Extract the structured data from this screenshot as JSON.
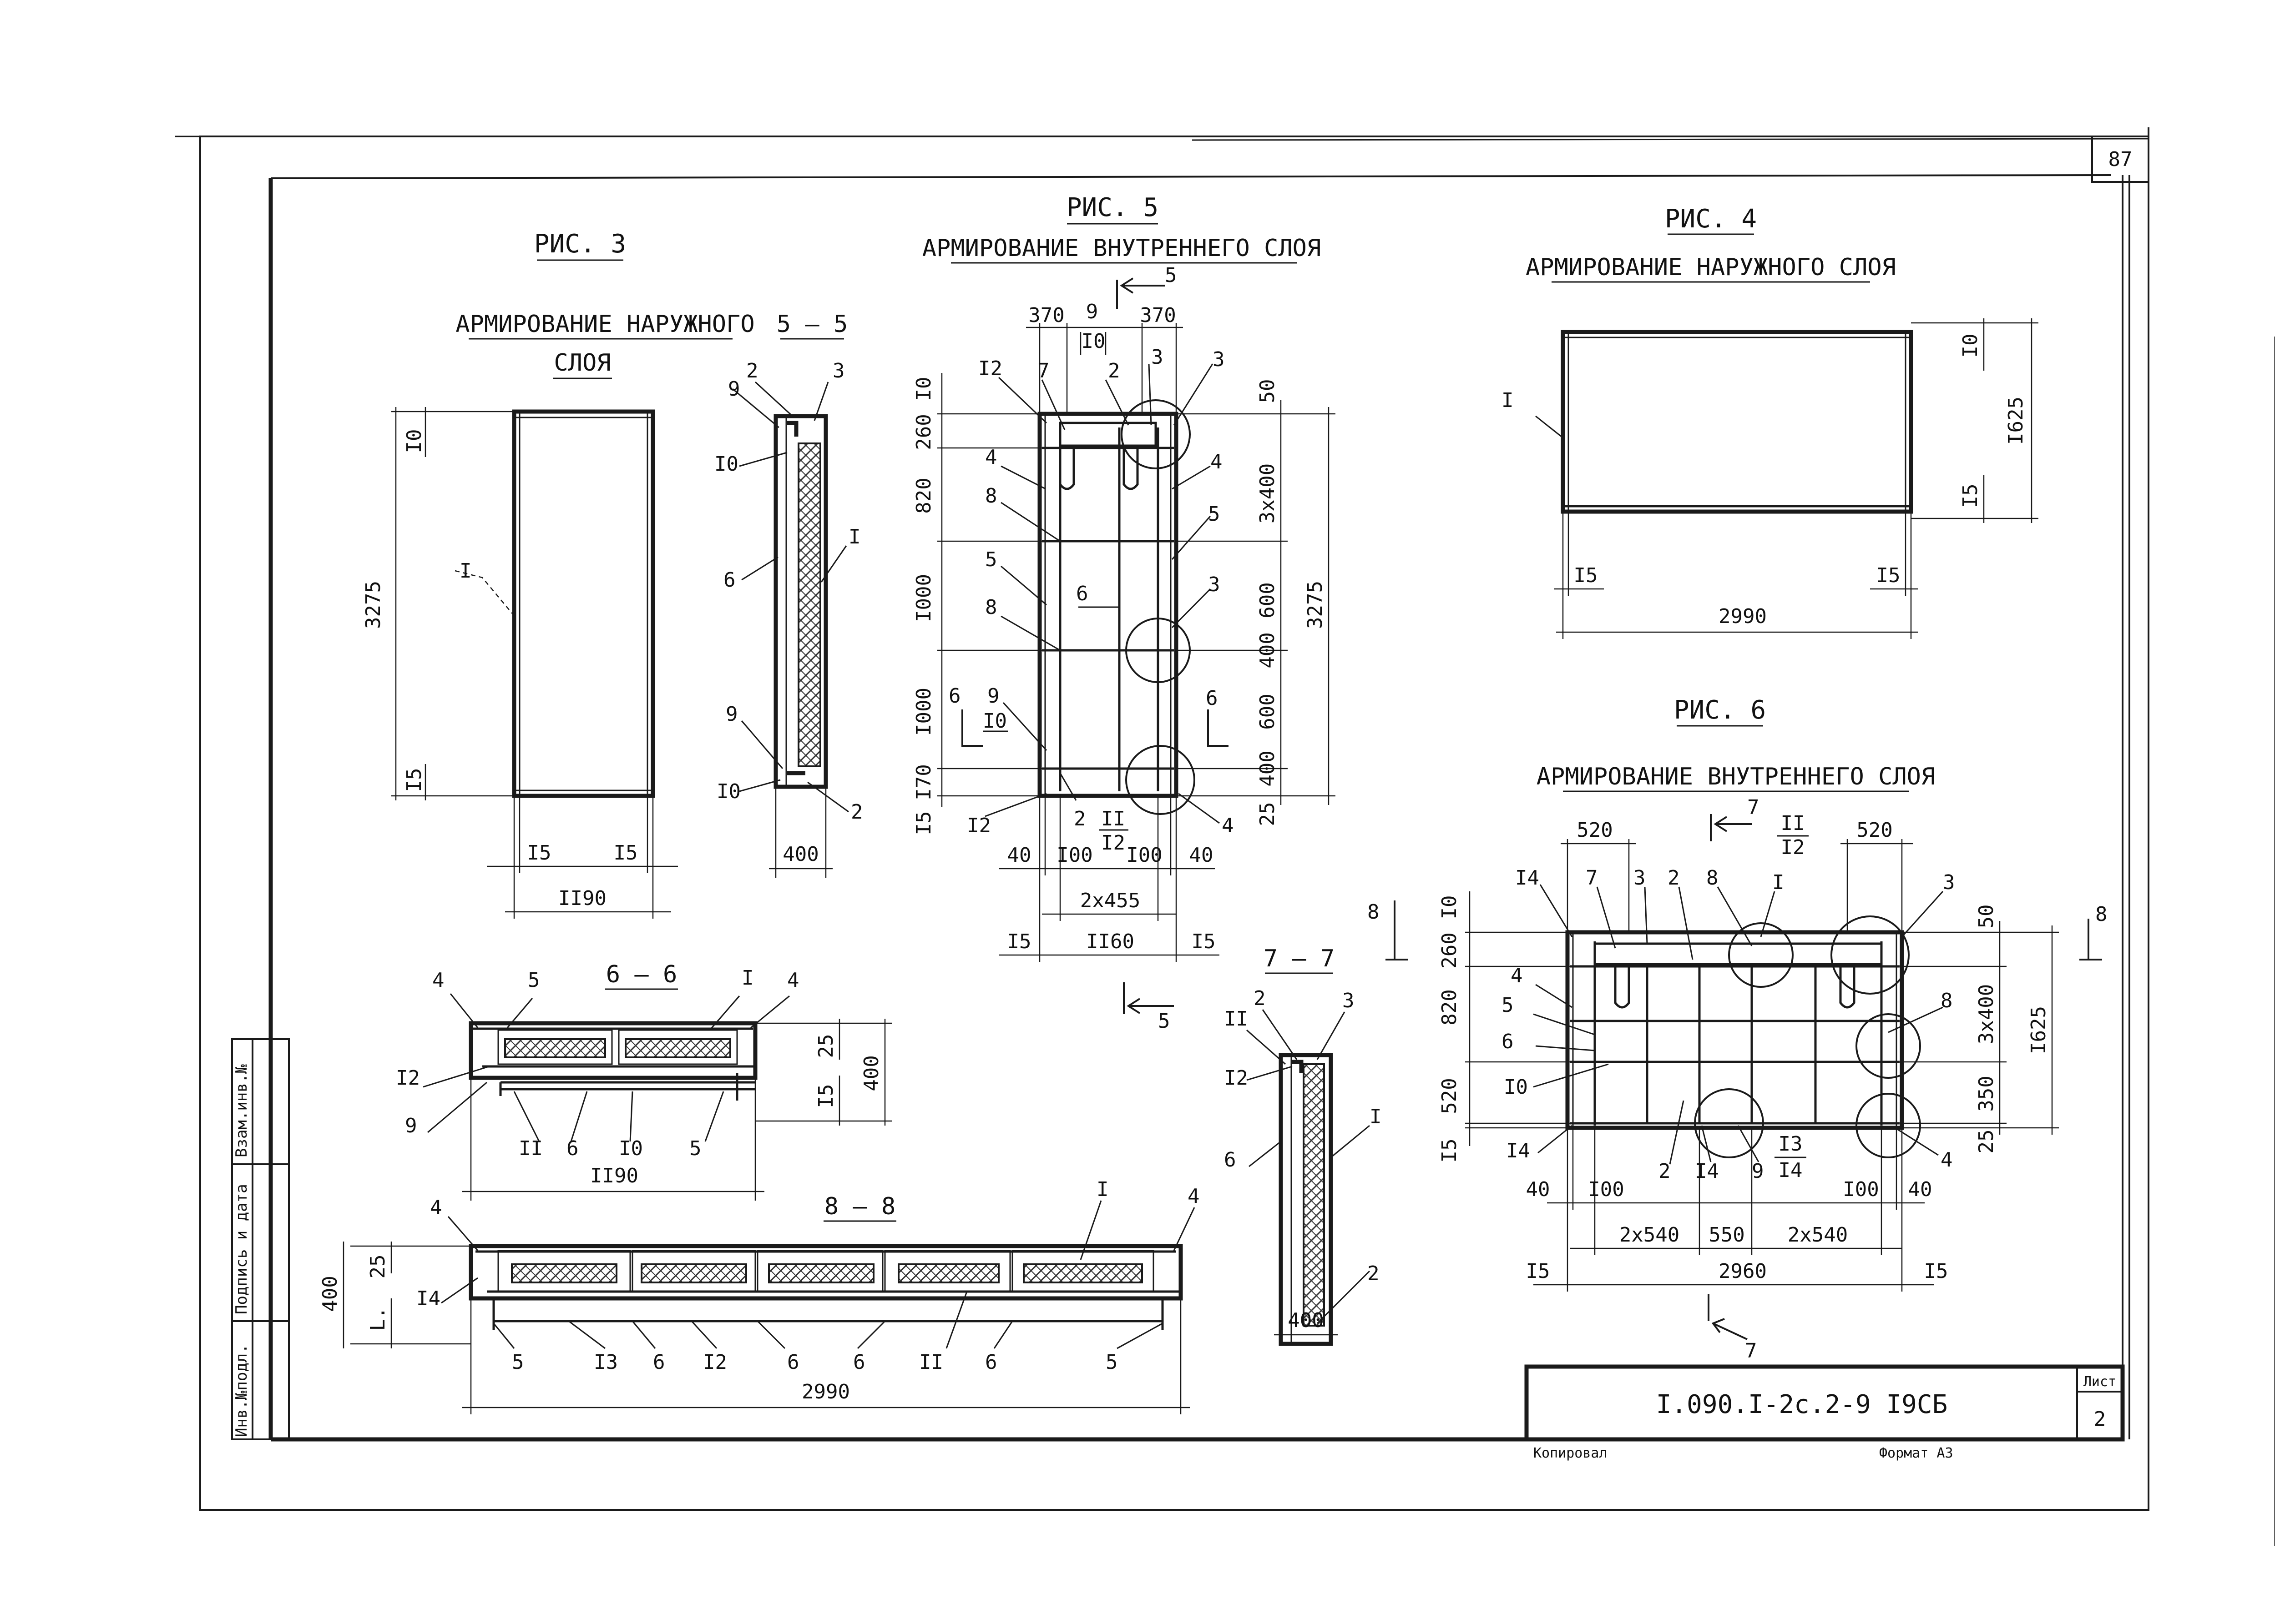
{
  "sheet": {
    "page_number": "87",
    "code": "I.090.I-2c.2-9 I9CБ",
    "list_label": "Лист",
    "list_number": "2",
    "copied": "Копировал",
    "format": "Формат А3",
    "stamp": {
      "inv_orig": "Инв.№подл.",
      "sign_date": "Подпись и дата",
      "replace_inv": "Взам.инв.№"
    }
  },
  "fig3": {
    "title": "РИС. 3",
    "caption1": "АРМИРОВАНИЕ НАРУЖНОГО",
    "caption2": "СЛОЯ",
    "dims": {
      "top": "I0",
      "height": "3275",
      "bottom": "I5",
      "left": "I5",
      "right": "I5",
      "width": "II90"
    },
    "pointer": "I"
  },
  "sec55": {
    "title": "5 – 5",
    "labels": {
      "9a": "9",
      "2a": "2",
      "3": "3",
      "10a": "I0",
      "6": "6",
      "1": "I",
      "9b": "9",
      "10b": "I0",
      "2b": "2"
    },
    "width": "400"
  },
  "fig5": {
    "title": "РИС. 5",
    "caption": "АРМИРОВАНИЕ ВНУТРЕННЕГО СЛОЯ",
    "cut_top": "5",
    "cut_bottom": "5",
    "cut6_left": "6",
    "cut6_right": "6",
    "top_dims": {
      "left": "370",
      "mid9": "9",
      "right": "370",
      "mid10": "I0"
    },
    "left_dims": [
      "I0",
      "260",
      "820",
      "I000",
      "I000",
      "I70",
      "I5"
    ],
    "right_dims": [
      "50",
      "3x400",
      "600",
      "400",
      "600",
      "400",
      "25"
    ],
    "overall": "3275",
    "bottom_dims": {
      "a": "40",
      "b": "I00",
      "c": "I00",
      "d": "40",
      "span": "2x455",
      "e": "I5",
      "total": "II60",
      "f": "I5"
    },
    "labels": {
      "12a": "I2",
      "7": "7",
      "2a": "2",
      "3a": "3",
      "3b": "3",
      "4a": "4",
      "4b": "4",
      "8a": "8",
      "5a": "5",
      "5b": "5",
      "6": "6",
      "3c": "3",
      "8b": "8",
      "9": "9",
      "10": "I0",
      "12b": "I2",
      "2b": "2",
      "11": "II",
      "12c": "I2",
      "4c": "4"
    }
  },
  "fig4": {
    "title": "РИС. 4",
    "caption": "АРМИРОВАНИЕ НАРУЖНОГО СЛОЯ",
    "pointer": "I",
    "dims": {
      "top": "I0",
      "height": "I625",
      "bottom": "I5",
      "left": "I5",
      "right": "I5",
      "width": "2990"
    }
  },
  "fig6": {
    "title": "РИС. 6",
    "caption": "АРМИРОВАНИЕ ВНУТРЕННЕГО СЛОЯ",
    "cut7_top": "7",
    "cut7_bottom": "7",
    "cut8_left": "8",
    "cut8_right": "8",
    "top_dims": {
      "left": "520",
      "right": "520"
    },
    "frac_top": {
      "num": "II",
      "den": "I2"
    },
    "left_dims": [
      "I0",
      "260",
      "820",
      "520",
      "I5"
    ],
    "right_dims": [
      "50",
      "3x400",
      "350",
      "25"
    ],
    "overall": "I625",
    "bottom_dims": {
      "a": "40",
      "b": "I00",
      "c": "I00",
      "d": "40",
      "s1": "2x540",
      "s2": "550",
      "s3": "2x540",
      "e": "I5",
      "total": "2960",
      "f": "I5"
    },
    "frac_bottom": {
      "num": "I3",
      "den": "I4"
    },
    "labels": {
      "14a": "I4",
      "7": "7",
      "3a": "3",
      "2a": "2",
      "8a": "8",
      "1": "I",
      "3b": "3",
      "4a": "4",
      "5": "5",
      "6": "6",
      "10": "I0",
      "14b": "I4",
      "8b": "8",
      "4b": "4",
      "2b": "2",
      "14c": "I4",
      "9": "9"
    }
  },
  "sec66": {
    "title": "6 – 6",
    "labels": {
      "4a": "4",
      "5a": "5",
      "1": "I",
      "4b": "4",
      "12": "I2",
      "9": "9",
      "11": "II",
      "6": "6",
      "10": "I0",
      "5b": "5"
    },
    "dims": {
      "d25": "25",
      "d15": "I5",
      "d400": "400",
      "width": "II90"
    }
  },
  "sec77": {
    "title": "7 – 7",
    "labels": {
      "2": "2",
      "3": "3",
      "11": "II",
      "12": "I2",
      "6": "6",
      "1": "I",
      "2b": "2"
    },
    "width": "400"
  },
  "sec88": {
    "title": "8 – 8",
    "labels": {
      "4a": "4",
      "1": "I",
      "4b": "4",
      "14": "I4",
      "5a": "5",
      "13": "I3",
      "6a": "6",
      "12": "I2",
      "6b": "6",
      "6c": "6",
      "11": "II",
      "6d": "6",
      "5b": "5"
    },
    "dims": {
      "d25": "25",
      "d400": "400",
      "dL": "L.",
      "width": "2990"
    }
  }
}
